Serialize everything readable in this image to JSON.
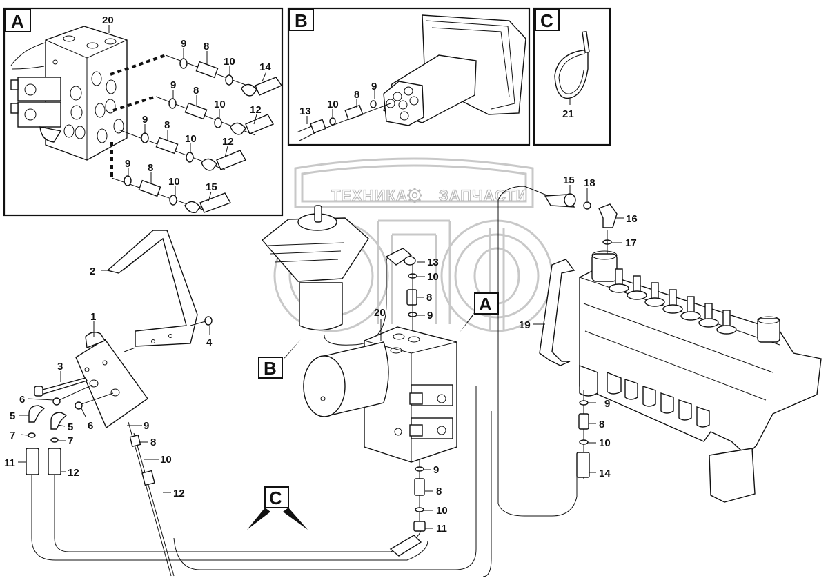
{
  "watermark": {
    "left_word": "ТЕХНИКА",
    "right_word": "ЗАПЧАСТИ",
    "icon": "gear-icon",
    "logo_letters": "ОПФ",
    "color": "#c8c8c8"
  },
  "detail_views": [
    {
      "tag": "A",
      "title": "Detail A – pilot valve block connections"
    },
    {
      "tag": "B",
      "title": "Detail B – joystick base connections"
    },
    {
      "tag": "C",
      "title": "Detail C – cable tie"
    }
  ],
  "view_markers": {
    "A": "A",
    "B": "B",
    "C": "C"
  },
  "callouts": {
    "detailA": [
      {
        "id": "a20",
        "text": "20"
      },
      {
        "id": "a9a",
        "text": "9"
      },
      {
        "id": "a8a",
        "text": "8"
      },
      {
        "id": "a10a",
        "text": "10"
      },
      {
        "id": "a14",
        "text": "14"
      },
      {
        "id": "a9b",
        "text": "9"
      },
      {
        "id": "a8b",
        "text": "8"
      },
      {
        "id": "a10b",
        "text": "10"
      },
      {
        "id": "a12a",
        "text": "12"
      },
      {
        "id": "a9c",
        "text": "9"
      },
      {
        "id": "a8c",
        "text": "8"
      },
      {
        "id": "a10c",
        "text": "10"
      },
      {
        "id": "a12b",
        "text": "12"
      },
      {
        "id": "a9d",
        "text": "9"
      },
      {
        "id": "a8d",
        "text": "8"
      },
      {
        "id": "a10d",
        "text": "10"
      },
      {
        "id": "a15",
        "text": "15"
      }
    ],
    "detailB": [
      {
        "id": "b13",
        "text": "13"
      },
      {
        "id": "b10",
        "text": "10"
      },
      {
        "id": "b8",
        "text": "8"
      },
      {
        "id": "b9",
        "text": "9"
      }
    ],
    "detailC": [
      {
        "id": "c21",
        "text": "21"
      }
    ],
    "main": [
      {
        "id": "m2",
        "text": "2"
      },
      {
        "id": "m1",
        "text": "1"
      },
      {
        "id": "m4",
        "text": "4"
      },
      {
        "id": "m3",
        "text": "3"
      },
      {
        "id": "m6a",
        "text": "6"
      },
      {
        "id": "m5a",
        "text": "5"
      },
      {
        "id": "m5b",
        "text": "5"
      },
      {
        "id": "m6b",
        "text": "6"
      },
      {
        "id": "m7a",
        "text": "7"
      },
      {
        "id": "m7b",
        "text": "7"
      },
      {
        "id": "m11a",
        "text": "11"
      },
      {
        "id": "m12a",
        "text": "12"
      },
      {
        "id": "m9a",
        "text": "9"
      },
      {
        "id": "m8a",
        "text": "8"
      },
      {
        "id": "m10a",
        "text": "10"
      },
      {
        "id": "m12b",
        "text": "12"
      },
      {
        "id": "m13",
        "text": "13"
      },
      {
        "id": "m10b",
        "text": "10"
      },
      {
        "id": "m8b",
        "text": "8"
      },
      {
        "id": "m9b",
        "text": "9"
      },
      {
        "id": "m20",
        "text": "20"
      },
      {
        "id": "m9c",
        "text": "9"
      },
      {
        "id": "m8c",
        "text": "8"
      },
      {
        "id": "m10c",
        "text": "10"
      },
      {
        "id": "m11b",
        "text": "11"
      },
      {
        "id": "m15",
        "text": "15"
      },
      {
        "id": "m18",
        "text": "18"
      },
      {
        "id": "m16",
        "text": "16"
      },
      {
        "id": "m17",
        "text": "17"
      },
      {
        "id": "m19",
        "text": "19"
      },
      {
        "id": "m9d",
        "text": "9"
      },
      {
        "id": "m8d",
        "text": "8"
      },
      {
        "id": "m10d",
        "text": "10"
      },
      {
        "id": "m14",
        "text": "14"
      }
    ]
  }
}
